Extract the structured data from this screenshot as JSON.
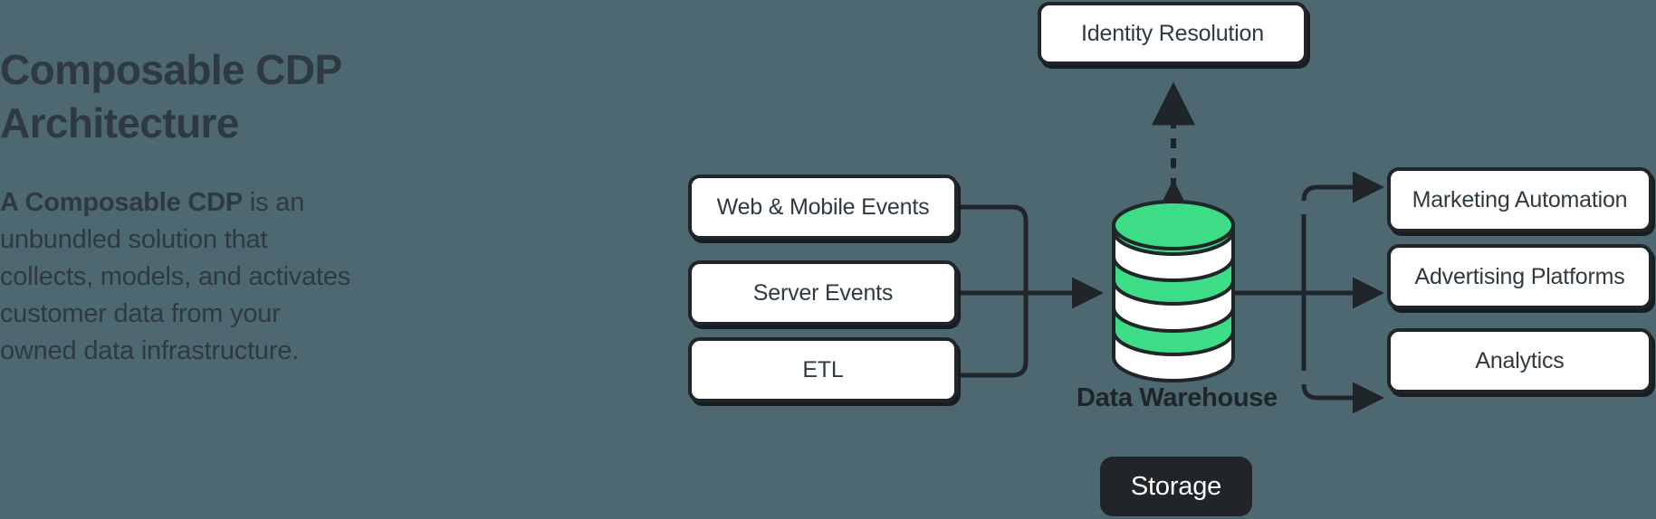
{
  "background_color": "#4d6870",
  "accent_color": "#3ddc87",
  "ink_color": "#1f2528",
  "text": {
    "headline": "Composable CDP Architecture",
    "body_lead": "A Composable CDP",
    "body_rest": " is an unbundled solution that collects, models, and activates customer data from your owned data infrastructure."
  },
  "diagram": {
    "type": "flow-architecture",
    "sources": [
      {
        "label": "Web & Mobile Events"
      },
      {
        "label": "Server Events"
      },
      {
        "label": "ETL"
      }
    ],
    "hub": {
      "label": "Data Warehouse",
      "badge": "Storage",
      "icon": "database-cylinder-icon"
    },
    "overlay": {
      "label": "Identity Resolution",
      "link": "dashed-double-arrow"
    },
    "destinations": [
      {
        "label": "Marketing Automation"
      },
      {
        "label": "Advertising Platforms"
      },
      {
        "label": "Analytics"
      }
    ]
  }
}
